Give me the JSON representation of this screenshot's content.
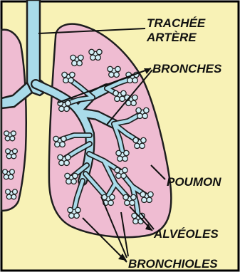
{
  "diagram": {
    "labels": {
      "trachea_line1": "TRACHÉE",
      "trachea_line2": "ARTÈRE",
      "bronchi": "BRONCHES",
      "lung": "POUMON",
      "alveoli": "ALVÉOLES",
      "bronchioles": "BRONCHIOLES"
    },
    "colors": {
      "background": "#f8f2b6",
      "lung": "#efbcd2",
      "airway": "#a9dbea",
      "alveolus": "#d2eef6",
      "outline": "#1e1e1e",
      "border": "#000000"
    }
  }
}
